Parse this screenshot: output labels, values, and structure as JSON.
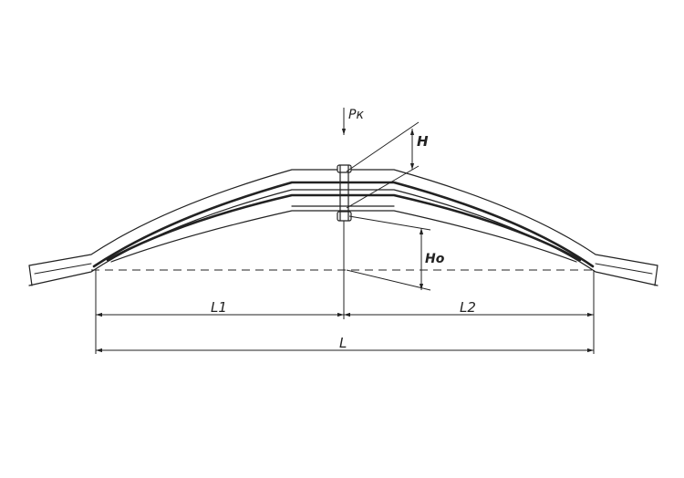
{
  "labels": {
    "load": "Pк",
    "height_loaded": "H",
    "height_free": "Ho",
    "length_left": "L1",
    "length_right": "L2",
    "length_total": "L"
  }
}
